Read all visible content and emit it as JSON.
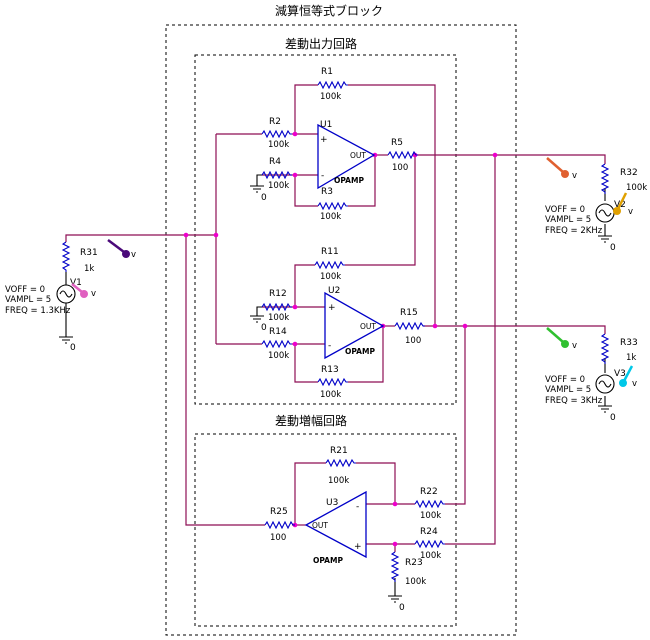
{
  "titles": {
    "outer": "減算恒等式ブロック",
    "diff_out": "差動出力回路",
    "diff_amp": "差動増幅回路"
  },
  "resistors": {
    "R1": {
      "name": "R1",
      "value": "100k"
    },
    "R2": {
      "name": "R2",
      "value": "100k"
    },
    "R3": {
      "name": "R3",
      "value": "100k"
    },
    "R4": {
      "name": "R4",
      "value": "100k"
    },
    "R5": {
      "name": "R5",
      "value": "100"
    },
    "R11": {
      "name": "R11",
      "value": "100k"
    },
    "R12": {
      "name": "R12",
      "value": "100k"
    },
    "R13": {
      "name": "R13",
      "value": "100k"
    },
    "R14": {
      "name": "R14",
      "value": "100k"
    },
    "R15": {
      "name": "R15",
      "value": "100"
    },
    "R21": {
      "name": "R21",
      "value": "100k"
    },
    "R22": {
      "name": "R22",
      "value": "100k"
    },
    "R23": {
      "name": "R23",
      "value": "100k"
    },
    "R24": {
      "name": "R24",
      "value": "100k"
    },
    "R25": {
      "name": "R25",
      "value": "100"
    },
    "R31": {
      "name": "R31",
      "value": "1k"
    },
    "R32": {
      "name": "R32",
      "value": "100k"
    },
    "R33": {
      "name": "R33",
      "value": "1k"
    }
  },
  "opamps": {
    "U1": {
      "name": "U1",
      "type": "OPAMP",
      "out": "OUT",
      "plus": "+",
      "minus": "-"
    },
    "U2": {
      "name": "U2",
      "type": "OPAMP",
      "out": "OUT",
      "plus": "+",
      "minus": "-"
    },
    "U3": {
      "name": "U3",
      "type": "OPAMP",
      "out": "OUT",
      "plus": "+",
      "minus": "-"
    }
  },
  "sources": {
    "V1": {
      "name": "V1",
      "voff": "VOFF = 0",
      "vampl": "VAMPL = 5",
      "freq": "FREQ = 1.3KHz"
    },
    "V2": {
      "name": "V2",
      "voff": "VOFF = 0",
      "vampl": "VAMPL = 5",
      "freq": "FREQ = 2KHz"
    },
    "V3": {
      "name": "V3",
      "voff": "VOFF = 0",
      "vampl": "VAMPL = 5",
      "freq": "FREQ = 3KHz"
    }
  },
  "ground_label": "0",
  "probe_label": "v",
  "colors": {
    "wire": "#8e0f55",
    "component": "#0000c8",
    "junction": "#ee00cc",
    "probe_v1_node": "#4b0a7a",
    "probe_v1_source": "#e060c0",
    "probe_r32": "#e06030",
    "probe_v2": "#e0a000",
    "probe_r33": "#30c030",
    "probe_v3": "#00c8e8"
  }
}
